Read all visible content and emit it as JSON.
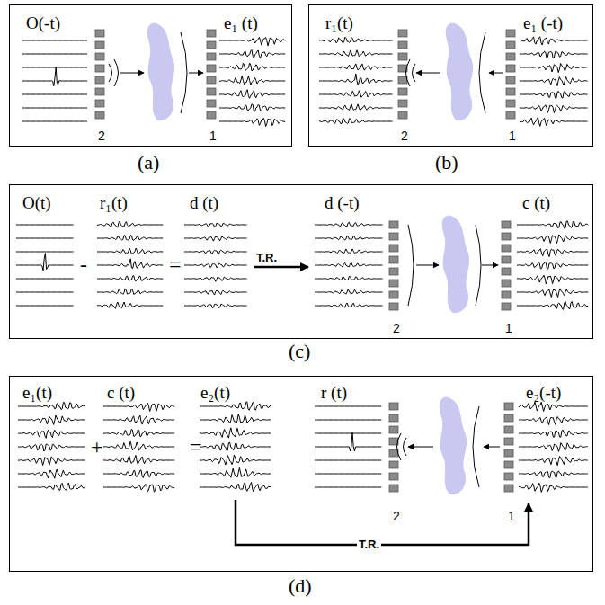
{
  "diagram": {
    "nodes": [
      {
        "text": [
          "O(-t)",
          "2",
          "e₁ (t)",
          "1",
          "(a)"
        ]
      },
      {
        "text": [
          "r₁(t)",
          "2",
          "e₁ (-t)",
          "1",
          "(b)"
        ]
      },
      {
        "text": [
          "O(t)",
          "-",
          "r₁(t)",
          "=",
          "d (t)",
          "T.R.",
          "d (-t)",
          "2",
          "c (t)",
          "1",
          "(c)"
        ]
      },
      {
        "text": [
          "e₁(t)",
          "+",
          "c (t)",
          "=",
          "e₂(t)",
          "r (t)",
          "2",
          "e₂(-t)",
          "1",
          "T.R.",
          "(d)"
        ]
      }
    ]
  }
}
